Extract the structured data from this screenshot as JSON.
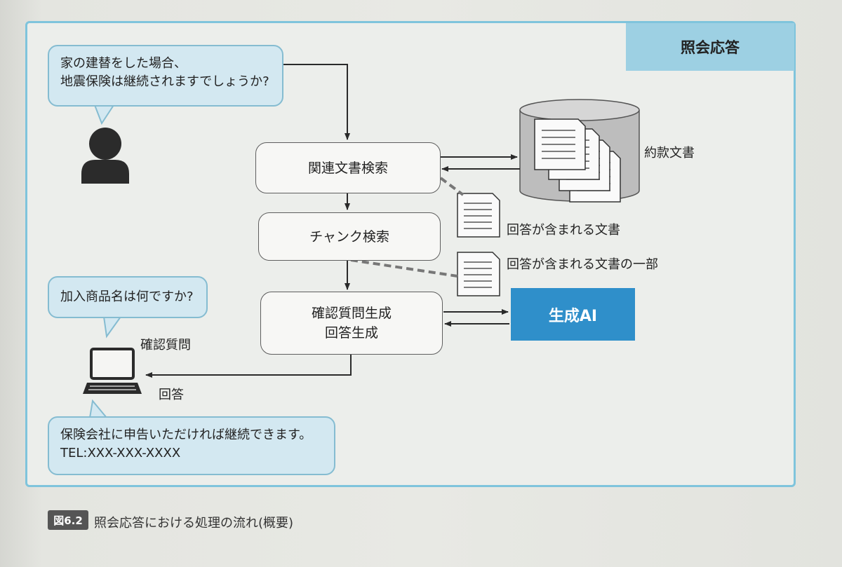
{
  "badge": "照会応答",
  "user_question": "家の建替をした場合、\n地震保険は継続されますでしょうか?",
  "confirm_question": "加入商品名は何ですか?",
  "answer_bubble": "保険会社に申告いただければ継続できます。\nTEL:XXX-XXX-XXXX",
  "steps": {
    "related_search": "関連文書検索",
    "chunk_search": "チャンク検索",
    "generation": "確認質問生成\n回答生成"
  },
  "genai": "生成AI",
  "labels": {
    "terms_docs": "約款文書",
    "answer_doc": "回答が含まれる文書",
    "answer_doc_part": "回答が含まれる文書の一部",
    "confirm": "確認質問",
    "answer": "回答"
  },
  "caption": {
    "number": "図6.2",
    "text": "照会応答における処理の流れ(概要)"
  },
  "colors": {
    "frame": "#7fc4dc",
    "badge": "#9dd0e3",
    "bubble": "#d3e8f1",
    "genai": "#2f8fca"
  },
  "icons": [
    "person-icon",
    "laptop-icon",
    "database-icon",
    "document-icon"
  ]
}
